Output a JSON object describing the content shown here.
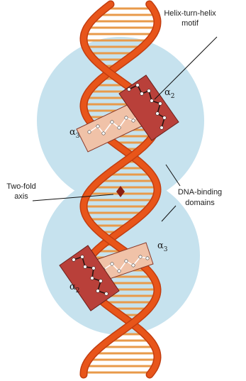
{
  "labels": {
    "motif": [
      "Helix-turn-helix",
      "motif"
    ],
    "axis": [
      "Two-fold",
      "axis"
    ],
    "domains": [
      "DNA-binding",
      "domains"
    ],
    "alpha2_upper": {
      "sym": "α",
      "sub": "2"
    },
    "alpha3_upper": {
      "sym": "α",
      "sub": "3"
    },
    "alpha3_lower": {
      "sym": "α",
      "sub": "3"
    },
    "alpha2_lower": {
      "sym": "α",
      "sub": "2"
    }
  },
  "colors": {
    "domain_fill": "#c6e2ee",
    "backbone": "#e8551a",
    "backbone_dark": "#c23d10",
    "rung": "#e89a4a",
    "helix_dark": "#b9403a",
    "helix_light": "#f0c2a8"
  }
}
